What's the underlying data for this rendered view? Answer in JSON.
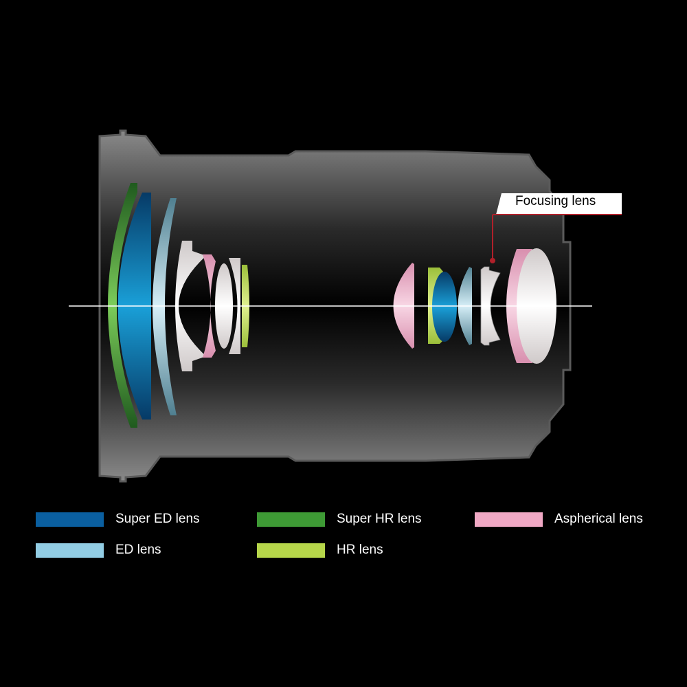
{
  "callout": {
    "label": "Focusing lens",
    "color": "#b0202a"
  },
  "legend": [
    {
      "label": "Super ED lens",
      "color": "#0a5fa0"
    },
    {
      "label": "Super HR lens",
      "color": "#3e9a35"
    },
    {
      "label": "Aspherical lens",
      "color": "#f0a8c4"
    },
    {
      "label": "ED lens",
      "color": "#92cde4"
    },
    {
      "label": "HR lens",
      "color": "#b6d64a"
    }
  ]
}
